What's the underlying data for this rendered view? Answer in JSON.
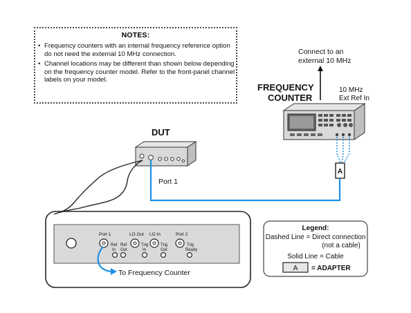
{
  "notes": {
    "title": "NOTES:",
    "items": [
      "Frequency counters with an internal frequency reference option do not need the external 10 MHz connection.",
      "Channel locations may be different than shown below depending on the frequency counter model. Refer to the front-panel channel labels on your model."
    ]
  },
  "connect_external": [
    "Connect to an",
    "external 10 MHz"
  ],
  "counter": {
    "title": [
      "FREQUENCY",
      "COUNTER"
    ],
    "ref": [
      "10 MHz",
      "Ext Ref In"
    ]
  },
  "dut": {
    "title": "DUT",
    "port": "Port 1"
  },
  "adapter": "A",
  "panel": {
    "port1": "Port 1",
    "ref_in": [
      "Ref",
      "In"
    ],
    "ref_out": [
      "Ref",
      "Out"
    ],
    "lo_out": "LO Out",
    "lo_in": "LO In",
    "trig_in": [
      "Trig",
      "In"
    ],
    "trig_out": [
      "Trig",
      "Out"
    ],
    "port2": "Port 2",
    "trig_ready": [
      "Trig",
      "Ready"
    ],
    "to_counter": "To Frequency Counter"
  },
  "legend": {
    "title": "Legend:",
    "dashed": [
      "Dashed Line = Direct connection",
      "(not a cable)"
    ],
    "solid": "Solid Line = Cable",
    "adapter_box": "A",
    "adapter_label": "= ADAPTER"
  },
  "colors": {
    "cable": "#1e90e6",
    "arrow": "#1e90e6",
    "outline": "#222"
  }
}
